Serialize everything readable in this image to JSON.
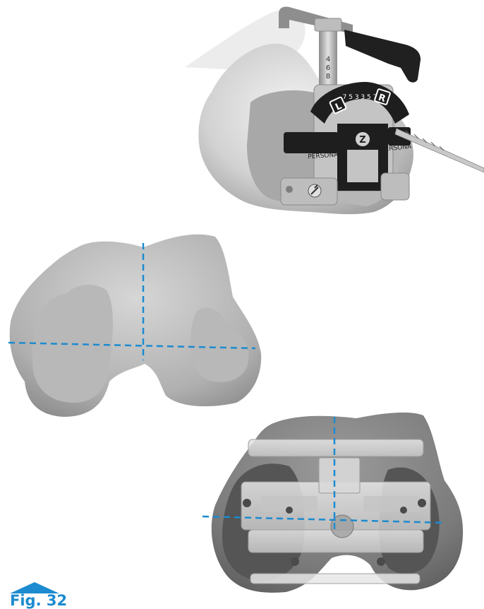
{
  "instrument": {
    "side_left": "L",
    "side_right": "R",
    "brand_left": "PERSONA",
    "brand_right": "PERSONA",
    "logo_letter": "Z",
    "degree_marks": "7 5 3 3 5 7",
    "stylus_scale": [
      "4",
      "6",
      "8"
    ]
  },
  "figure": {
    "label": "Fig. 32"
  },
  "colors": {
    "bone": "#d9d9d9",
    "bone_shadow": "#9a9a9a",
    "cartilage": "#bdbdbd",
    "guide_black": "#1e1e1e",
    "guide_metal": "#b8b8b8",
    "axis_line": "#1c8bcf",
    "accent": "#1c8bcf"
  }
}
